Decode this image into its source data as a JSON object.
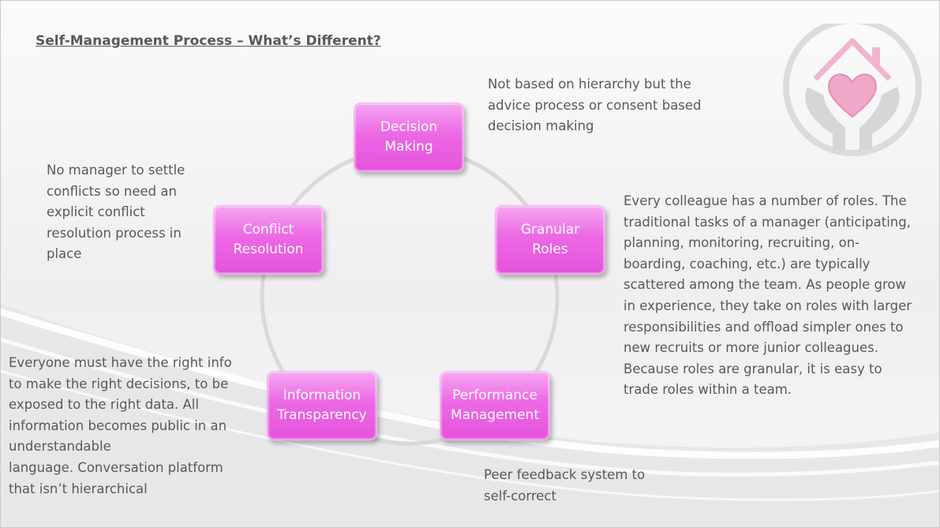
{
  "title": "Self-Management Process – What’s Different?",
  "colors": {
    "node_fill": "#e553dc",
    "node_highlight": "#f6a7f2",
    "text": "#595959",
    "logo_heart": "#f0a8c8"
  },
  "logo": {
    "icon": "house-heart-hands-icon"
  },
  "nodes": [
    {
      "id": "decision",
      "label": "Decision\nMaking"
    },
    {
      "id": "granular",
      "label": "Granular\nRoles"
    },
    {
      "id": "performance",
      "label": "Performance\nManagement"
    },
    {
      "id": "information",
      "label": "Information\nTransparency"
    },
    {
      "id": "conflict",
      "label": "Conflict\nResolution"
    }
  ],
  "notes": {
    "decision": "Not based on hierarchy but the\nadvice process or consent based\ndecision making",
    "granular": "Every colleague has a number of roles. The\ntraditional tasks of a manager (anticipating,\nplanning, monitoring, recruiting, on-\nboarding, coaching, etc.) are typically\nscattered among the team. As people grow\nin experience, they take on roles with larger\nresponsibilities and offload simpler ones to\nnew recruits or more junior colleagues.\nBecause roles are granular, it is easy to\ntrade roles within a team.",
    "performance": "Peer feedback system to\nself-correct",
    "information": "Everyone must have the right info\nto make the right decisions, to be\nexposed to the right data.  All\ninformation becomes public in an\nunderstandable\nlanguage.  Conversation platform\nthat isn’t hierarchical",
    "conflict": "No manager to settle\nconflicts so need an\nexplicit conflict\nresolution process in\nplace"
  }
}
